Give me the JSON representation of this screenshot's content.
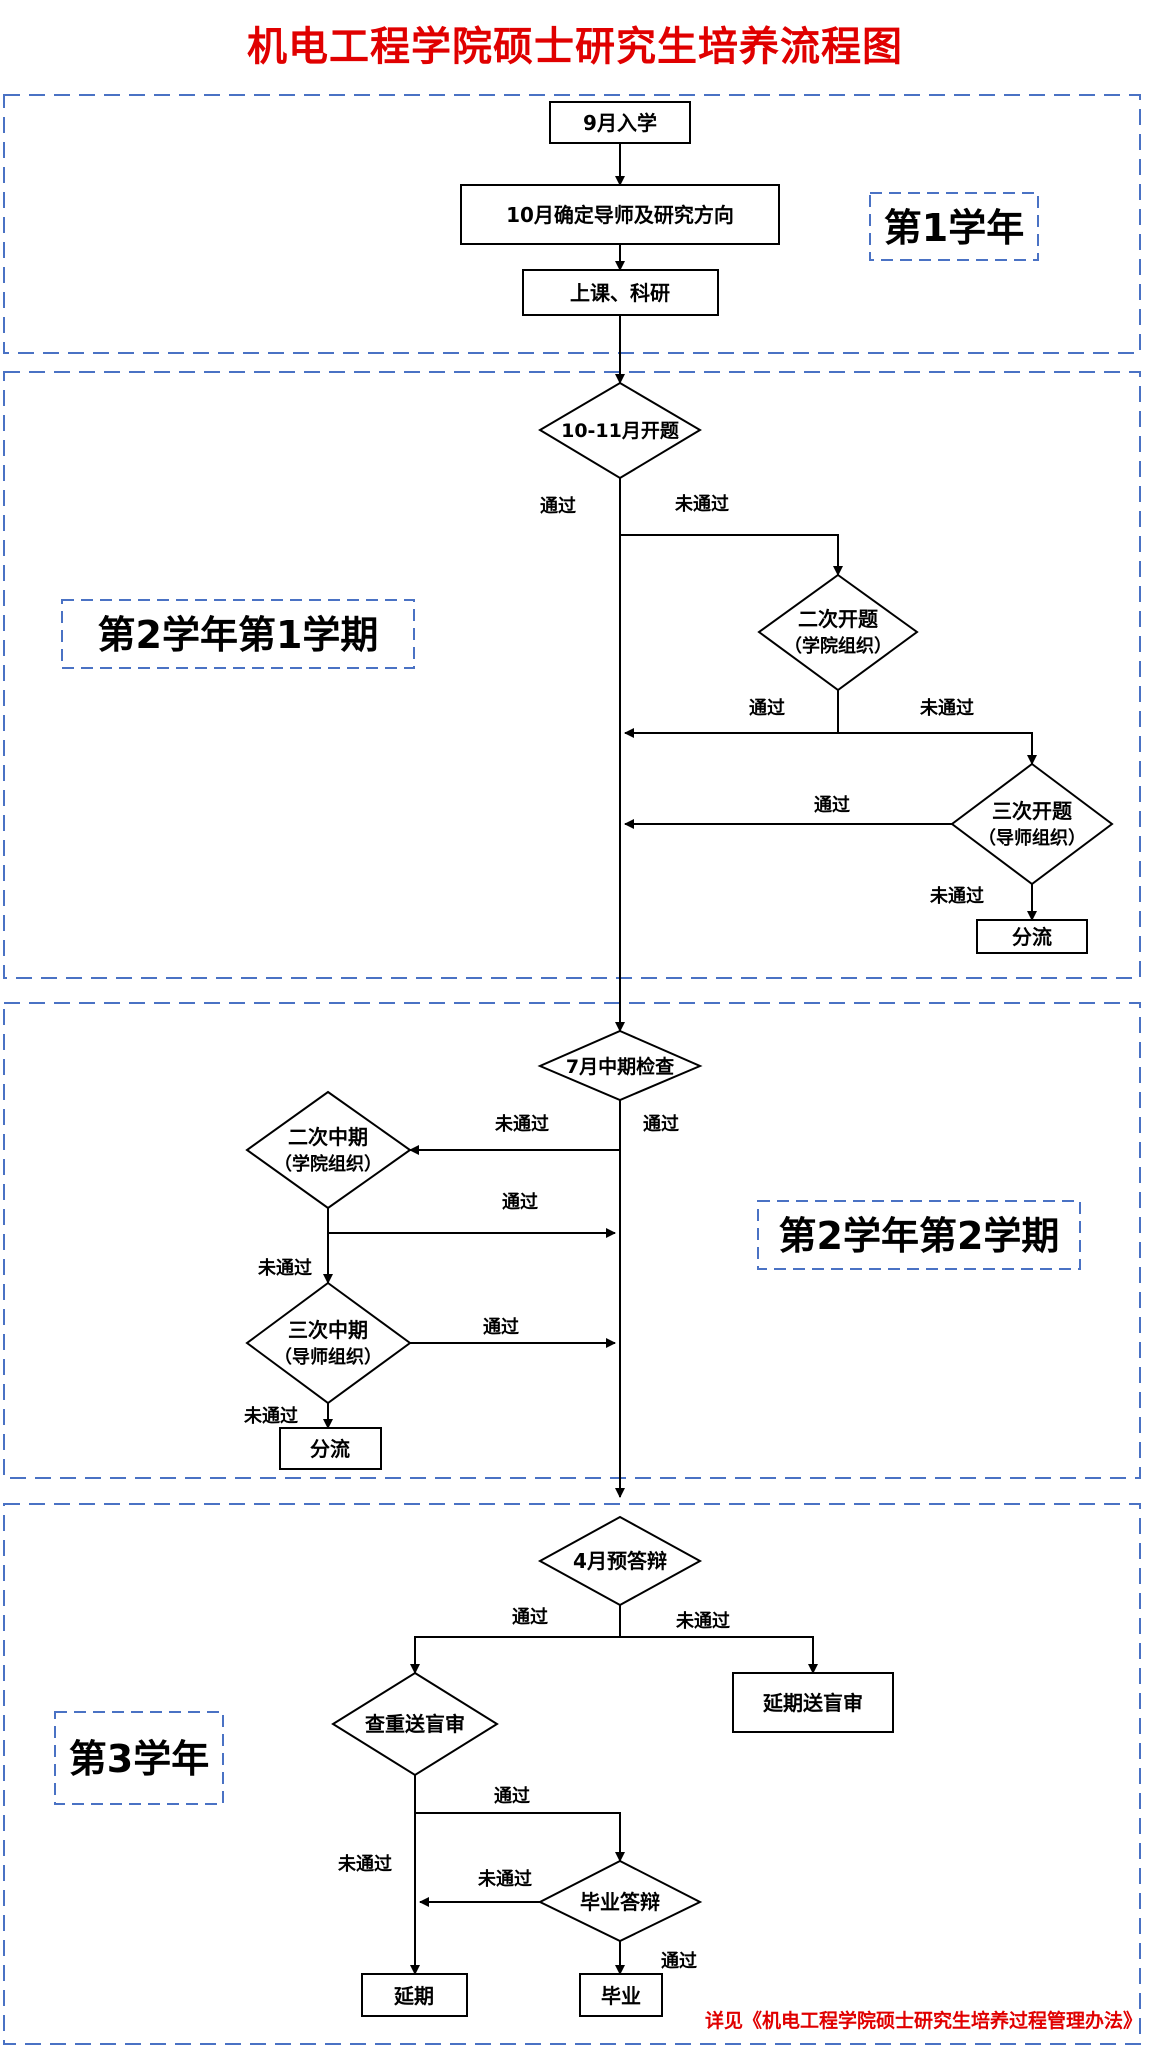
{
  "title": "机电工程学院硕士研究生培养流程图",
  "footnote": "详见《机电工程学院硕士研究生培养过程管理办法》",
  "year_labels": {
    "y1": "第1学年",
    "y2s1": "第2学年第1学期",
    "y2s2": "第2学年第2学期",
    "y3": "第3学年"
  },
  "nodes": {
    "enroll": "9月入学",
    "advisor": "10月确定导师及研究方向",
    "courses": "上课、科研",
    "proposal": "10-11月开题",
    "proposal2_line1": "二次开题",
    "proposal2_line2": "（学院组织）",
    "proposal3_line1": "三次开题",
    "proposal3_line2": "（导师组织）",
    "split_1": "分流",
    "midterm": "7月中期检查",
    "midterm2_line1": "二次中期",
    "midterm2_line2": "（学院组织）",
    "midterm3_line1": "三次中期",
    "midterm3_line2": "（导师组织）",
    "split_2": "分流",
    "predefense": "4月预答辩",
    "plagiarism_review": "查重送盲审",
    "delayed_review": "延期送盲审",
    "defense": "毕业答辩",
    "delay": "延期",
    "graduate": "毕业"
  },
  "edge_labels": {
    "pass": "通过",
    "fail": "未通过"
  }
}
